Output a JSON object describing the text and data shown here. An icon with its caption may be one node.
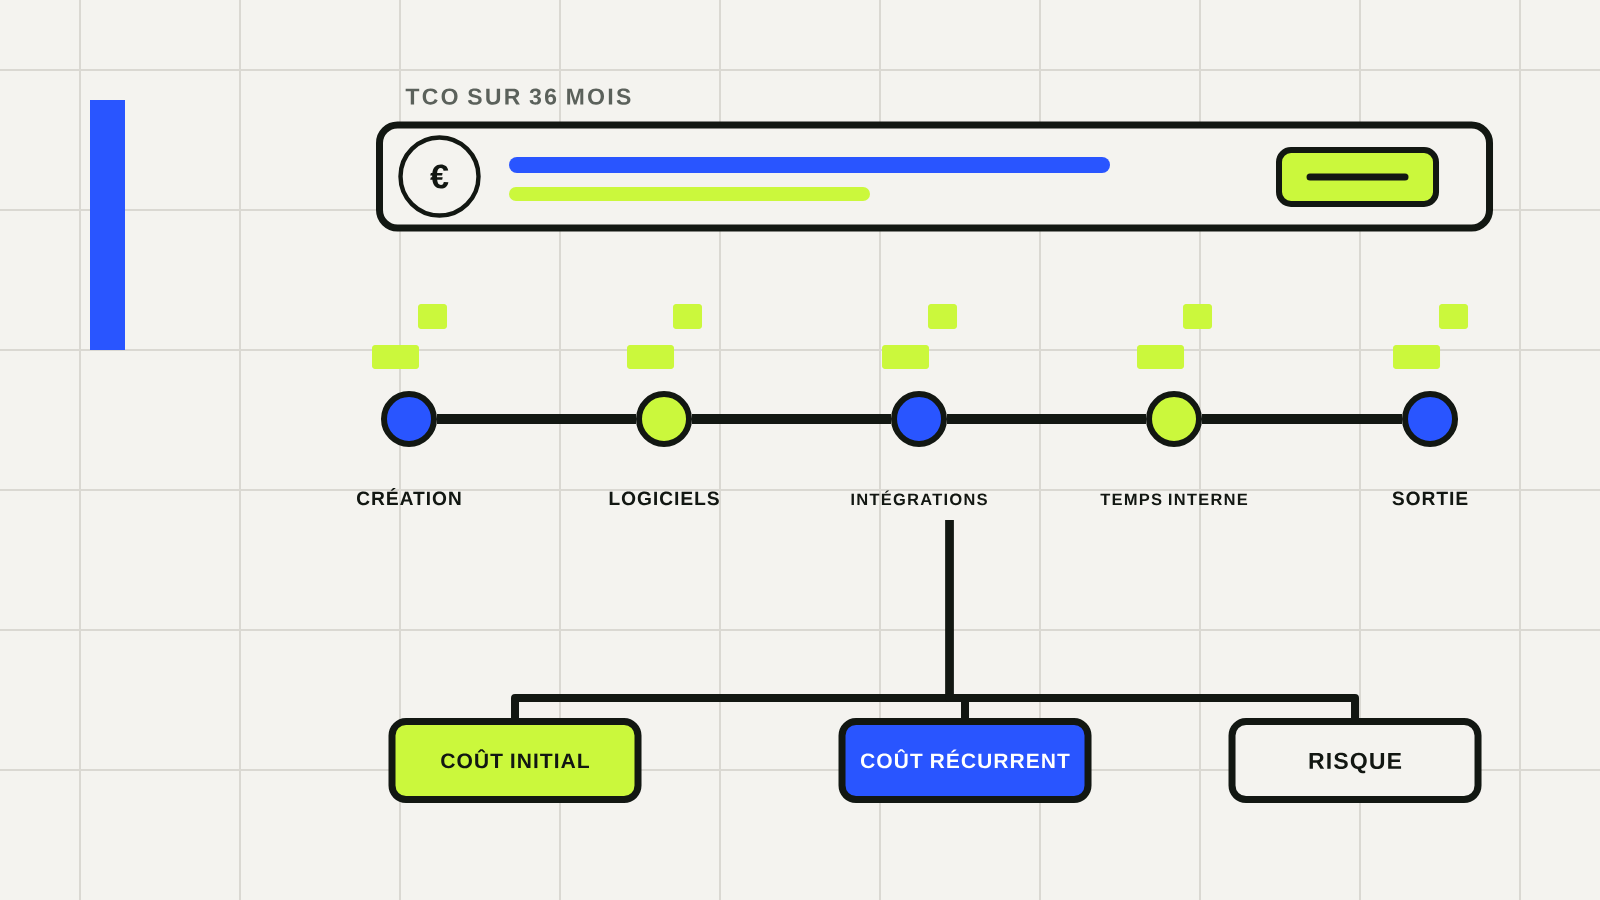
{
  "diagram": {
    "nodes": [
      {
        "text": [
          "TCO SUR 36 MOIS"
        ]
      },
      {
        "text": [
          "€"
        ],
        "in": 0
      },
      {
        "text": [],
        "shape": "circle",
        "beside": [
          "CRÉATION"
        ]
      },
      {
        "text": [],
        "shape": "circle",
        "beside": [
          "LOGICIELS"
        ]
      },
      {
        "text": [],
        "shape": "circle",
        "beside": [
          "INTÉGRATIONS"
        ]
      },
      {
        "text": [],
        "shape": "circle",
        "beside": [
          "TEMPS INTERNE"
        ]
      },
      {
        "text": [],
        "shape": "circle",
        "beside": [
          "SORTIE"
        ]
      },
      {
        "text": [
          "COÛT INITIAL"
        ]
      },
      {
        "text": [
          "COÛT RÉCURRENT"
        ]
      },
      {
        "text": [
          "RISQUE"
        ]
      }
    ],
    "edges": [
      {
        "from": 2,
        "to": 3,
        "arrow": "none"
      },
      {
        "from": 3,
        "to": 4,
        "arrow": "none"
      },
      {
        "from": 4,
        "to": 5,
        "arrow": "none"
      },
      {
        "from": 5,
        "to": 6,
        "arrow": "none"
      },
      {
        "from": 4,
        "to": 7,
        "arrow": "none"
      },
      {
        "from": 4,
        "to": 8,
        "arrow": "none"
      },
      {
        "from": 4,
        "to": 9,
        "arrow": "none"
      }
    ]
  }
}
